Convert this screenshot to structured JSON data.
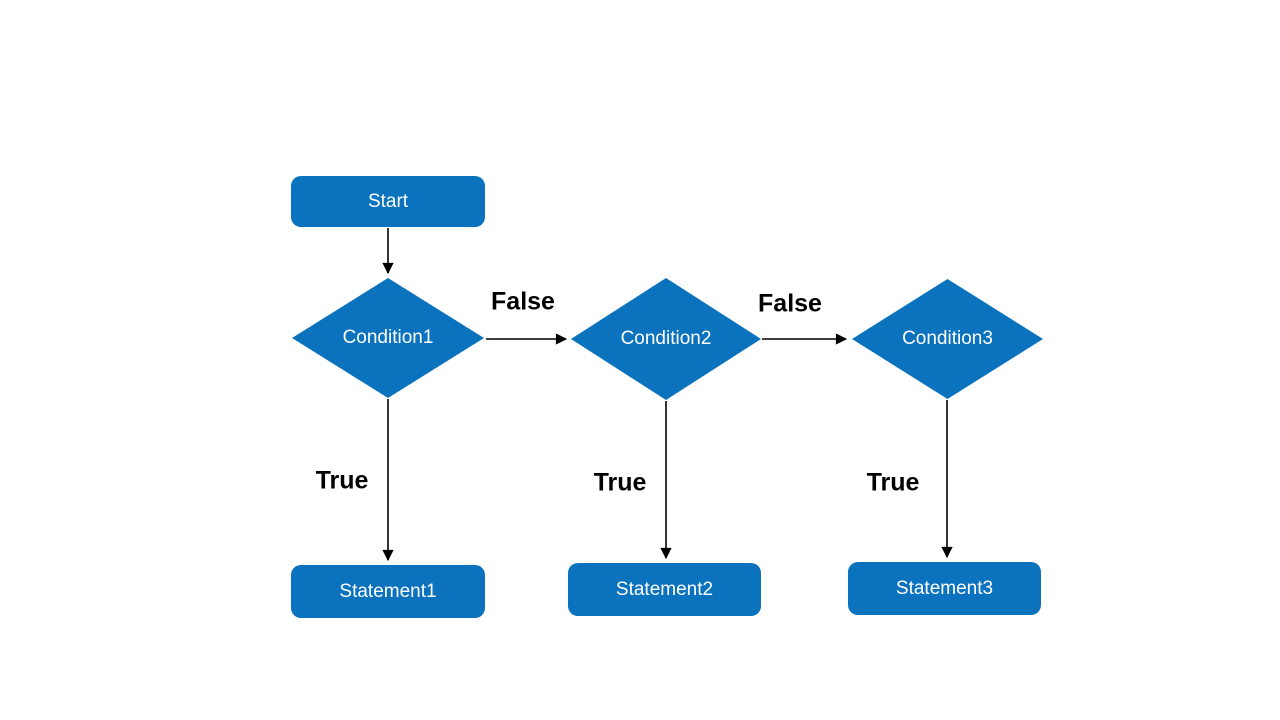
{
  "diagram": {
    "type": "flowchart",
    "background_color": "#FFFFFF",
    "shape_fill_color": "#0B72BE",
    "shape_text_color": "#FFFFFF",
    "connector_color": "#000000",
    "branch_label_color": "#000000",
    "nodes": [
      {
        "id": "start",
        "shape": "rounded-rectangle",
        "label": "Start"
      },
      {
        "id": "condition1",
        "shape": "diamond",
        "label": "Condition1"
      },
      {
        "id": "condition2",
        "shape": "diamond",
        "label": "Condition2"
      },
      {
        "id": "condition3",
        "shape": "diamond",
        "label": "Condition3"
      },
      {
        "id": "statement1",
        "shape": "rounded-rectangle",
        "label": "Statement1"
      },
      {
        "id": "statement2",
        "shape": "rounded-rectangle",
        "label": "Statement2"
      },
      {
        "id": "statement3",
        "shape": "rounded-rectangle",
        "label": "Statement3"
      }
    ],
    "edges": [
      {
        "from": "start",
        "to": "condition1",
        "label": ""
      },
      {
        "from": "condition1",
        "to": "condition2",
        "label": "False"
      },
      {
        "from": "condition2",
        "to": "condition3",
        "label": "False"
      },
      {
        "from": "condition1",
        "to": "statement1",
        "label": "True"
      },
      {
        "from": "condition2",
        "to": "statement2",
        "label": "True"
      },
      {
        "from": "condition3",
        "to": "statement3",
        "label": "True"
      }
    ]
  }
}
